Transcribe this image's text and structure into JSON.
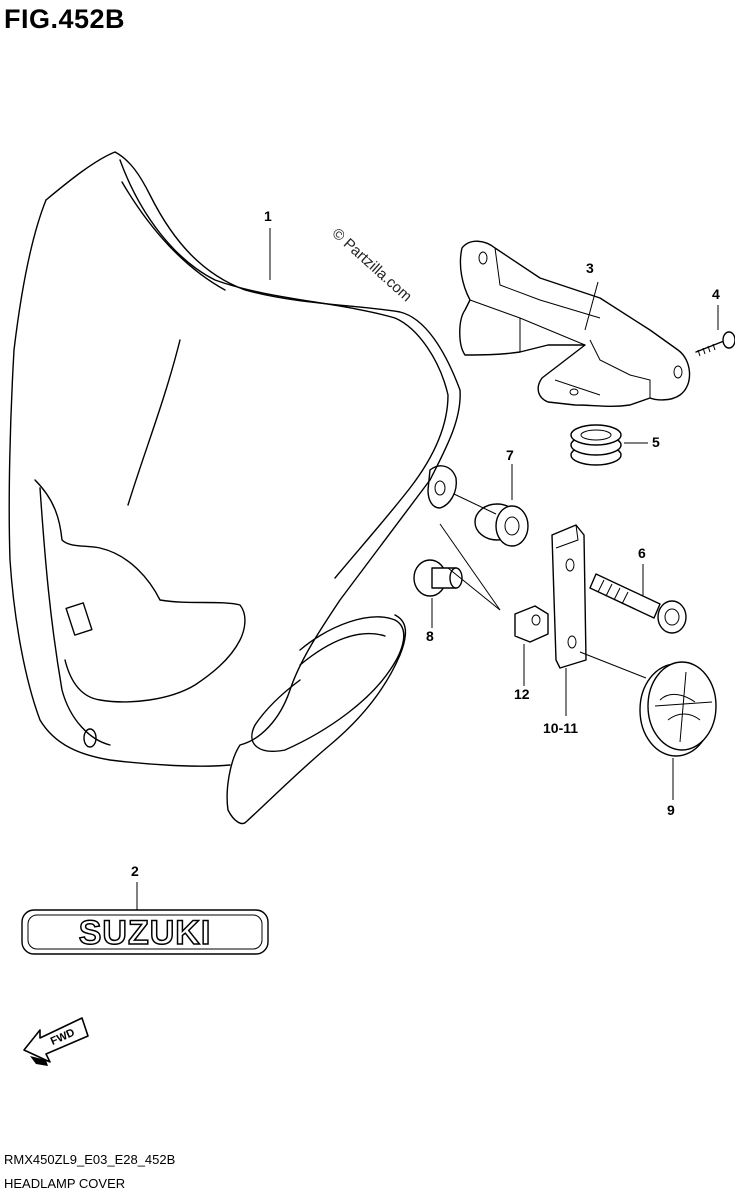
{
  "header": {
    "title": "FIG.452B"
  },
  "watermark": "© Partzilla.com",
  "callouts": {
    "c1": "1",
    "c2": "2",
    "c3": "3",
    "c4": "4",
    "c5": "5",
    "c6": "6",
    "c7": "7",
    "c8": "8",
    "c9": "9",
    "c10_11": "10-11",
    "c12": "12"
  },
  "emblem_text": "SUZUKI",
  "fwd_label": "FWD",
  "footer": {
    "code": "RMX450ZL9_E03_E28_452B",
    "name": "HEADLAMP COVER"
  }
}
